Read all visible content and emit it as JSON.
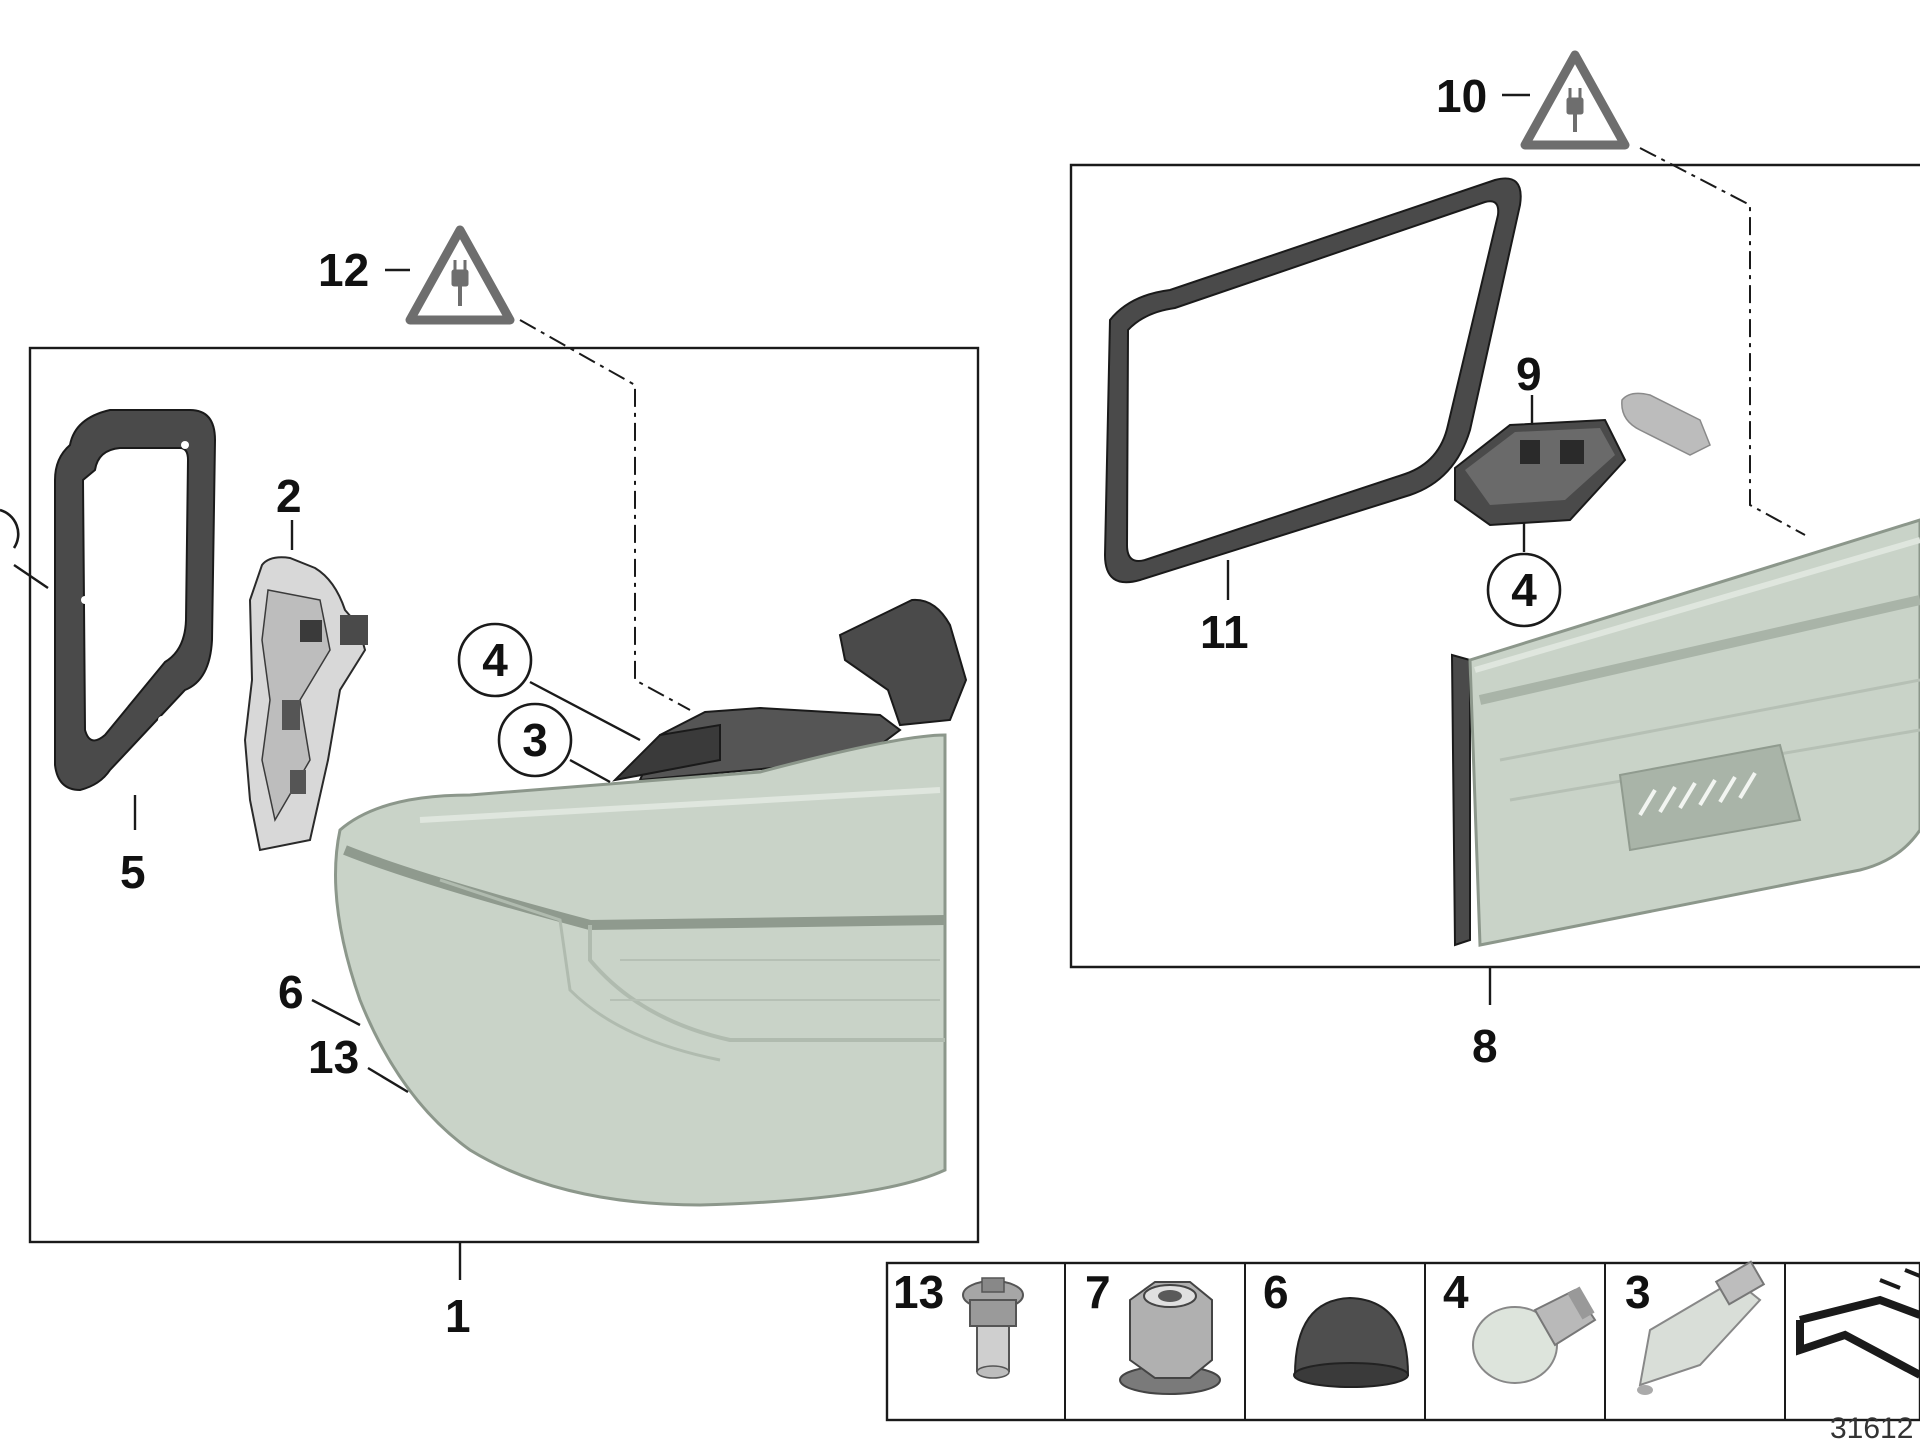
{
  "callouts": {
    "c1": "1",
    "c2": "2",
    "c3": "3",
    "c4a": "4",
    "c5": "5",
    "c6": "6",
    "c13": "13",
    "c12": "12",
    "c10": "10",
    "c11": "11",
    "c9": "9",
    "c4b": "4",
    "c8": "8"
  },
  "parts_strip": [
    {
      "number": "13",
      "icon": "bolt-icon"
    },
    {
      "number": "7",
      "icon": "hex-nut-icon"
    },
    {
      "number": "6",
      "icon": "cap-icon"
    },
    {
      "number": "4",
      "icon": "bulb-icon"
    },
    {
      "number": "3",
      "icon": "bulb-socket-icon"
    },
    {
      "number": "",
      "icon": "arrow-symbol-icon"
    }
  ],
  "diagram_id": "31612",
  "colors": {
    "line": "#1a1a1a",
    "lens": "#c9d3c8",
    "lens_dark": "#a9b4a8",
    "housing": "#4a4a4a",
    "warning": "#6e6e6e"
  }
}
